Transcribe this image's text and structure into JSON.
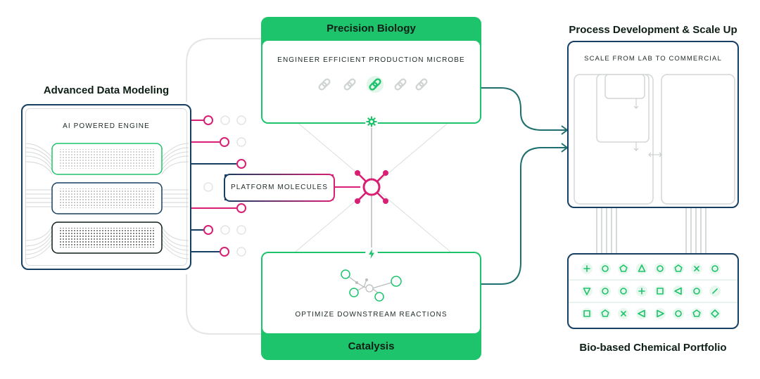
{
  "headings": {
    "precision_biology": "Precision Biology",
    "catalysis": "Catalysis",
    "advanced_data_modeling": "Advanced Data Modeling",
    "process_development": "Process Development & Scale Up",
    "bio_based_portfolio": "Bio-based Chemical Portfolio"
  },
  "labels": {
    "engineer_microbe": "ENGINEER EFFICIENT PRODUCTION MICROBE",
    "ai_engine": "AI POWERED ENGINE",
    "platform_molecules": "PLATFORM MOLECULES",
    "scale_lab": "SCALE FROM LAB TO COMMERCIAL",
    "optimize_reactions": "OPTIMIZE DOWNSTREAM REACTIONS"
  },
  "colors": {
    "green": "#1dc46c",
    "pink": "#d81f74",
    "navy": "#163f63",
    "grey": "#d7dbda"
  },
  "portfolio_grid": [
    [
      "plus",
      "circle",
      "pentagon",
      "triangle-up",
      "circle",
      "pentagon",
      "x",
      "circle"
    ],
    [
      "triangle-down",
      "circle",
      "circle",
      "plus",
      "square",
      "triangle-left",
      "circle",
      "slash"
    ],
    [
      "square",
      "pentagon",
      "x",
      "triangle-left",
      "triangle-right",
      "circle",
      "pentagon",
      "diamond"
    ]
  ]
}
